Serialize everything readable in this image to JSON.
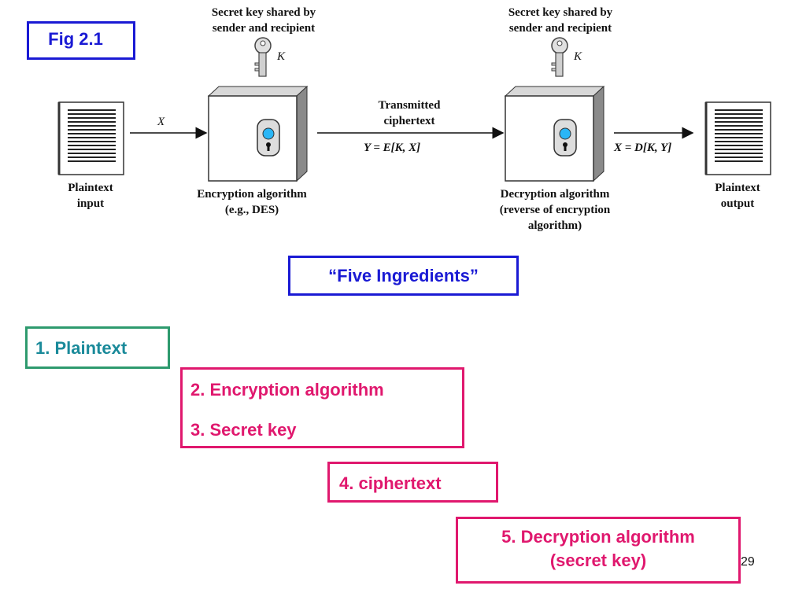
{
  "fig_label": "Fig 2.1",
  "diagram": {
    "key_note_left": "Secret key shared by sender and recipient",
    "key_note_left_l1": "Secret key shared by",
    "key_note_left_l2": "sender and recipient",
    "key_note_right_l1": "Secret key shared by",
    "key_note_right_l2": "sender and recipient",
    "key_symbol": "K",
    "x_symbol": "X",
    "transmitted_l1": "Transmitted",
    "transmitted_l2": "ciphertext",
    "y_formula": "Y = E[K, X]",
    "x_formula": "X = D[K, Y]",
    "plaintext_input_l1": "Plaintext",
    "plaintext_input_l2": "input",
    "encryption_l1": "Encryption algorithm",
    "encryption_l2": "(e.g., DES)",
    "decryption_l1": "Decryption algorithm",
    "decryption_l2": "(reverse of encryption",
    "decryption_l3": "algorithm)",
    "plaintext_output_l1": "Plaintext",
    "plaintext_output_l2": "output"
  },
  "five_ingredients": "“Five Ingredients”",
  "ingredients": {
    "plaintext": "1. Plaintext",
    "encryption": "2. Encryption algorithm",
    "secret_key": "3. Secret key",
    "ciphertext": "4. ciphertext",
    "decryption_l1": "5. Decryption algorithm",
    "decryption_l2": "(secret key)"
  },
  "page_number": "29",
  "colors": {
    "blue": "#1a1ad4",
    "green": "#2e9a6e",
    "teal_text": "#1a8a9a",
    "magenta": "#e0186e",
    "magenta_text": "#e0186e"
  }
}
